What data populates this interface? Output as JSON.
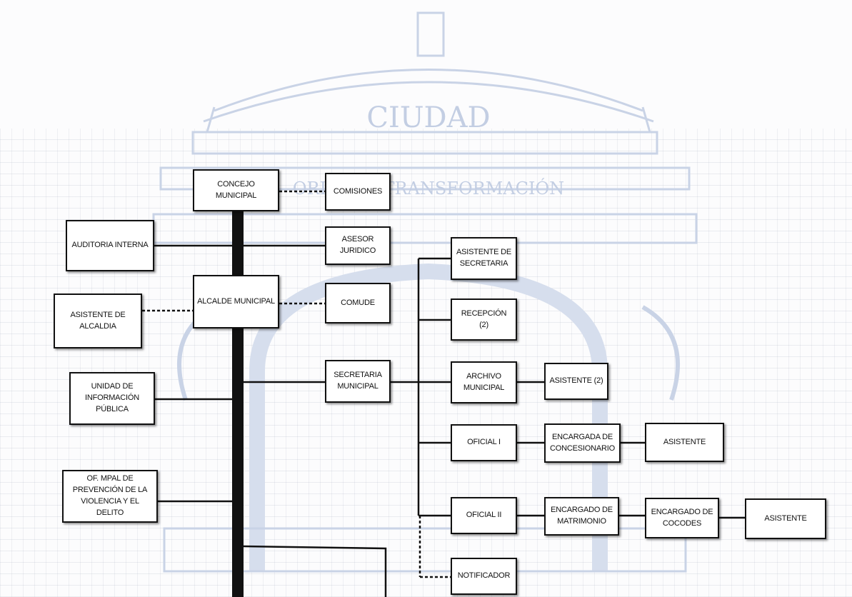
{
  "watermark": {
    "title": "CIUDAD",
    "motto": "ORDEN Y TRANSFORMACIÓN"
  },
  "nodes": {
    "concejo": "CONCEJO\nMUNICIPAL",
    "comisiones": "COMISIONES",
    "auditoria": "AUDITORIA INTERNA",
    "asesor": "ASESOR\nJURIDICO",
    "alcalde": "ALCALDE MUNICIPAL",
    "comude": "COMUDE",
    "asistente_alcaldia": "ASISTENTE DE\nALCALDIA",
    "unidad_info": "UNIDAD DE\nINFORMACIÓN\nPÚBLICA",
    "prevencion": "OF. MPAL DE\nPREVENCIÓN DE LA\nVIOLENCIA Y EL DELITO",
    "secretaria": "SECRETARIA\nMUNICIPAL",
    "asistente_secretaria": "ASISTENTE DE\nSECRETARIA",
    "recepcion": "RECEPCIÓN\n(2)",
    "archivo": "ARCHIVO\nMUNICIPAL",
    "asistente_archivo": "ASISTENTE (2)",
    "oficial1": "OFICIAL I",
    "concesionario": "ENCARGADA DE\nCONCESIONARIO",
    "asistente_oficial1": "ASISTENTE",
    "oficial2": "OFICIAL II",
    "matrimonio": "ENCARGADO DE\nMATRIMONIO",
    "cocodes": "ENCARGADO DE\nCOCODES",
    "asistente_cocodes": "ASISTENTE",
    "notificador": "NOTIFICADOR"
  }
}
